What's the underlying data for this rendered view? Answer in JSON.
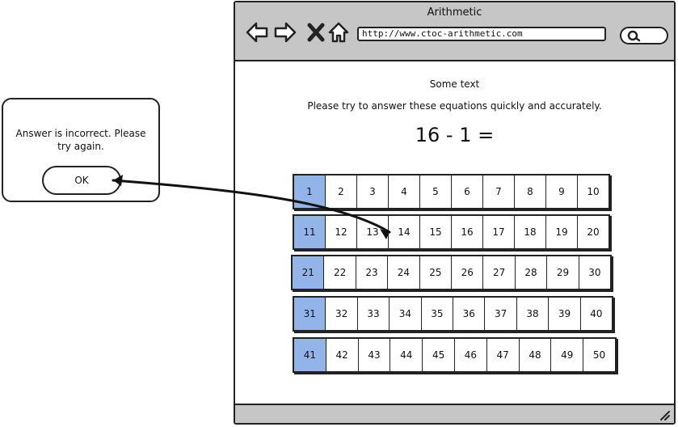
{
  "browser": {
    "title": "Arithmetic",
    "url": "http://www.ctoc-arithmetic.com",
    "icons": [
      "back-arrow-icon",
      "forward-arrow-icon",
      "close-x-icon",
      "home-icon",
      "search-icon",
      "resize-handle-icon"
    ]
  },
  "page": {
    "heading": "Some text",
    "instruction": "Please try to answer these equations quickly and accurately.",
    "equation": "16 - 1 ="
  },
  "grid": {
    "rows": [
      [
        "1",
        "2",
        "3",
        "4",
        "5",
        "6",
        "7",
        "8",
        "9",
        "10"
      ],
      [
        "11",
        "12",
        "13",
        "14",
        "15",
        "16",
        "17",
        "18",
        "19",
        "20"
      ],
      [
        "21",
        "22",
        "23",
        "24",
        "25",
        "26",
        "27",
        "28",
        "29",
        "30"
      ],
      [
        "31",
        "32",
        "33",
        "34",
        "35",
        "36",
        "37",
        "38",
        "39",
        "40"
      ],
      [
        "41",
        "42",
        "43",
        "44",
        "45",
        "46",
        "47",
        "48",
        "49",
        "50"
      ]
    ],
    "highlight_color": "#93b4e8"
  },
  "dialog": {
    "message": "Answer is incorrect. Please try again.",
    "ok_label": "OK"
  }
}
